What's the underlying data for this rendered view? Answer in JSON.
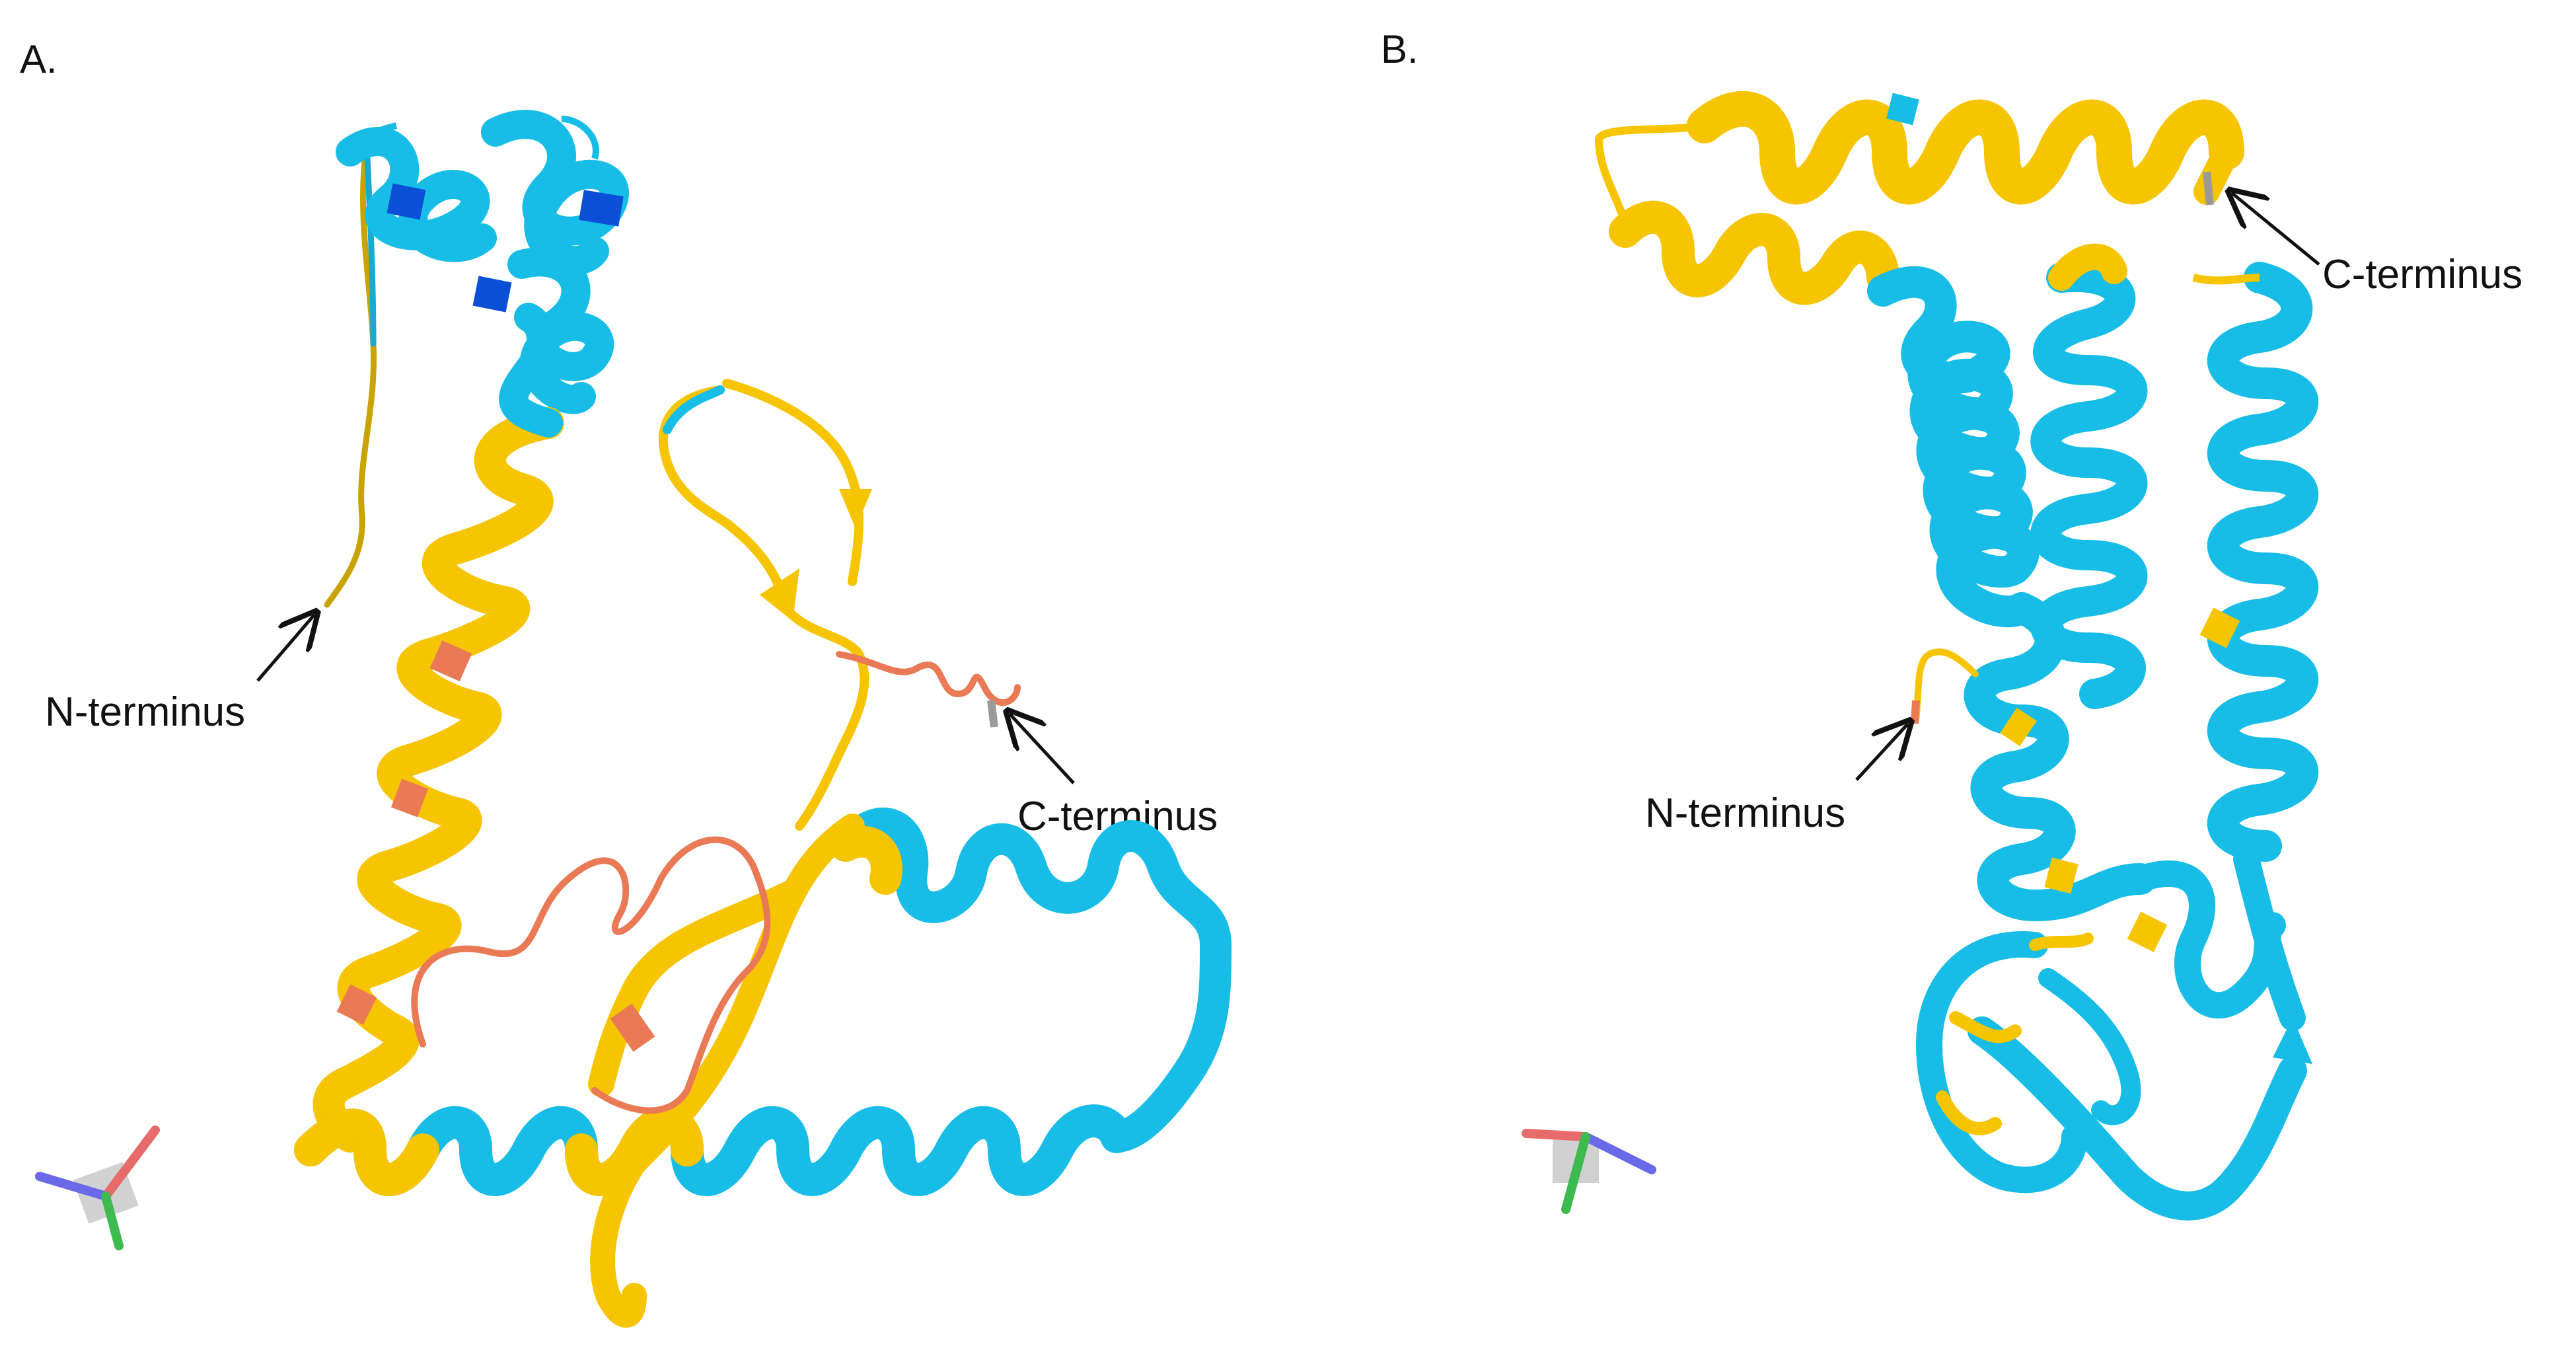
{
  "panels": [
    {
      "label": "A.",
      "n_terminus_label": "N-terminus",
      "c_terminus_label": "C-terminus"
    },
    {
      "label": "B.",
      "n_terminus_label": "N-terminus",
      "c_terminus_label": "C-terminus"
    }
  ],
  "colors": {
    "very_high_confidence": "#0B4FD6",
    "confident": "#17BDE6",
    "low_confidence": "#F7C400",
    "very_low_confidence": "#E97A55",
    "unresolved_tip": "#9A9A9A",
    "axis_x": "#E86B6B",
    "axis_y": "#3DBB4F",
    "axis_z": "#6A6AE8"
  }
}
